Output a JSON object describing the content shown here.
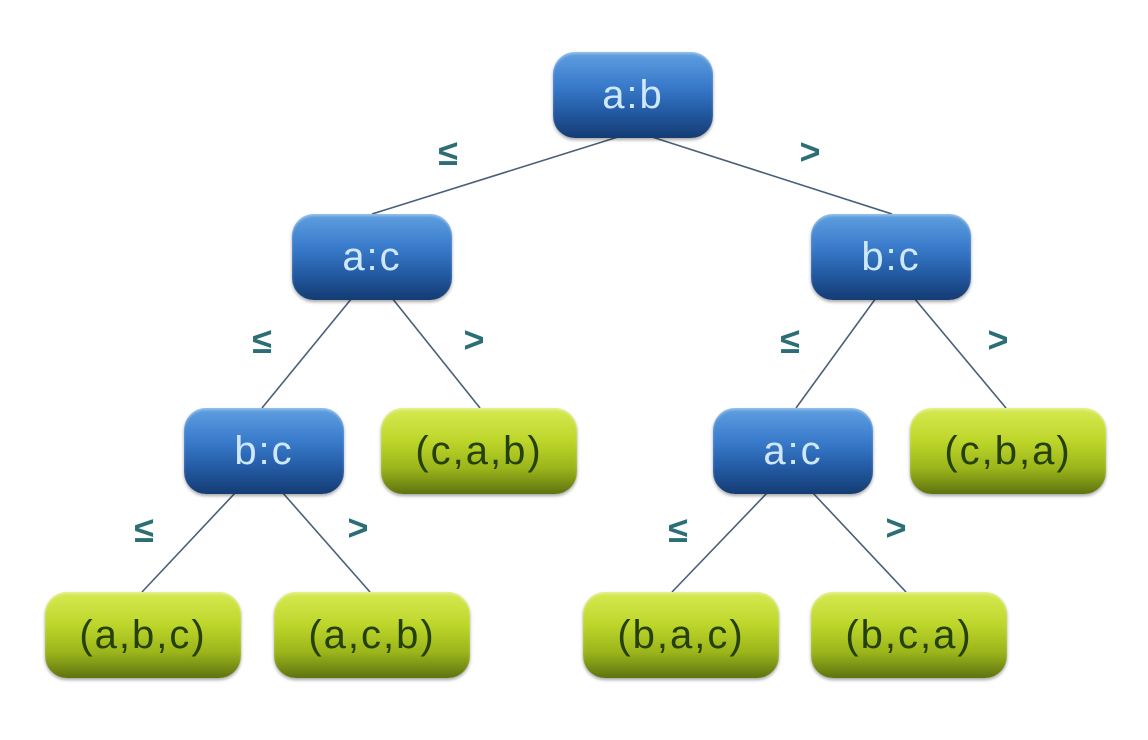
{
  "nodes": {
    "root": "a:b",
    "left": "a:c",
    "right": "b:c",
    "left_left": "b:c",
    "left_right": "(c,a,b)",
    "right_left": "a:c",
    "right_right": "(c,b,a)",
    "ll_left": "(a,b,c)",
    "ll_right": "(a,c,b)",
    "rl_left": "(b,a,c)",
    "rl_right": "(b,c,a)"
  },
  "edge_labels": {
    "le": "≤",
    "gt": ">"
  },
  "colors": {
    "decision_node": "#2a66b3",
    "leaf_node": "#b3cc24",
    "edge_label": "#2c6e75",
    "edge_line": "#4a5f78"
  }
}
